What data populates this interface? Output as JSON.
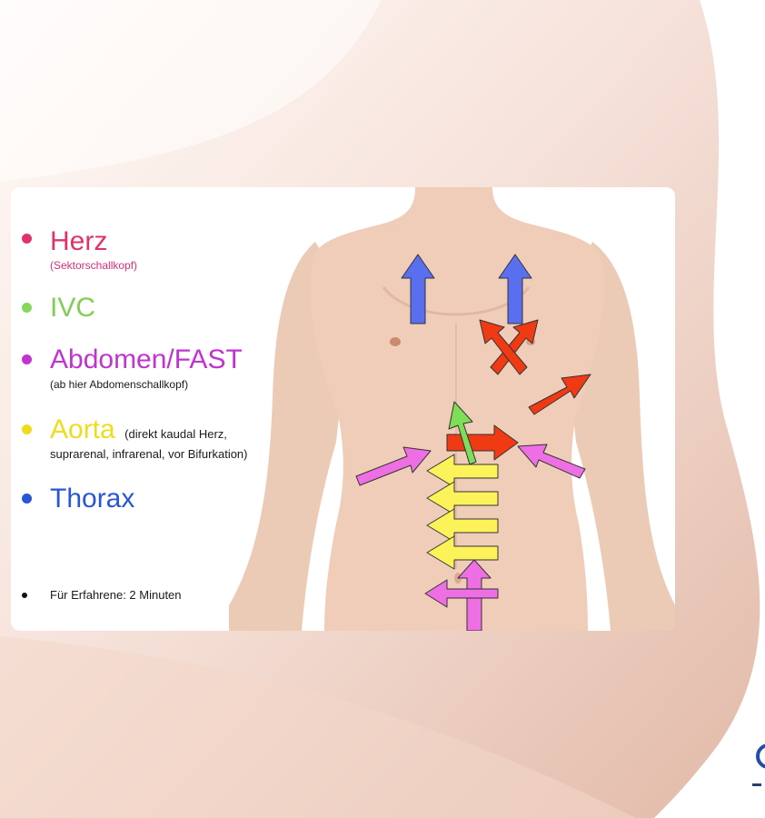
{
  "colors": {
    "herz": "#e0336e",
    "ivc": "#86d65c",
    "abdomen": "#c233d4",
    "aorta": "#f0dc1c",
    "thorax": "#2856d8",
    "skin": "#efcdb8",
    "arrow_blue": "#5a6ef0",
    "arrow_red": "#f03a14",
    "arrow_green": "#7fde58",
    "arrow_pink": "#ee6ee4",
    "arrow_yellow": "#fcf25a"
  },
  "legend": {
    "herz": {
      "title": "Herz",
      "sub": "(Sektorschallkopf)"
    },
    "ivc": {
      "title": "IVC"
    },
    "abdomen": {
      "title": "Abdomen/FAST",
      "sub": "(ab hier Abdomenschallkopf)"
    },
    "aorta": {
      "title": "Aorta",
      "note_line1": "(direkt kaudal Herz,",
      "note_line2": "suprarenal, infrarenal, vor Bifurkation)"
    },
    "thorax": {
      "title": "Thorax"
    },
    "footnote": "Für Erfahrene: 2 Minuten"
  },
  "icons": {
    "figure": "human-torso-illustration",
    "arrows": "probe-position-arrows",
    "logo": "logo-fragment"
  }
}
